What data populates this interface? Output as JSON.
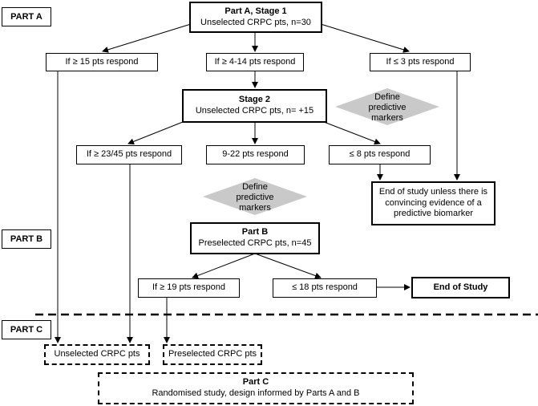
{
  "part_labels": {
    "a": "PART A",
    "b": "PART B",
    "c": "PART C"
  },
  "part_a": {
    "stage1_title": "Part A, Stage 1",
    "stage1_sub": "Unselected CRPC pts, n=30",
    "outcome_high": "If ≥ 15 pts respond",
    "outcome_mid": "If ≥ 4-14 pts respond",
    "outcome_low": "If ≤ 3 pts respond",
    "stage2_title": "Stage 2",
    "stage2_sub": "Unselected CRPC pts, n= +15",
    "stage2_high": "If ≥ 23/45 pts respond",
    "stage2_mid": "9-22 pts respond",
    "stage2_low": "≤ 8 pts respond",
    "end_of_study": "End of study unless there is convincing evidence of a predictive biomarker"
  },
  "markers": {
    "upper": [
      "Define",
      "predictive",
      "markers"
    ],
    "lower": [
      "Define",
      "predictive",
      "markers"
    ]
  },
  "part_b": {
    "title": "Part B",
    "sub": "Preselected CRPC pts, n=45",
    "high": "If ≥ 19 pts respond",
    "low": "≤ 18 pts respond",
    "end": "End of Study"
  },
  "part_c": {
    "unselected": "Unselected CRPC pts",
    "preselected": "Preselected CRPC pts",
    "title": "Part C",
    "sub": "Randomised study, design informed by Parts A and B"
  }
}
